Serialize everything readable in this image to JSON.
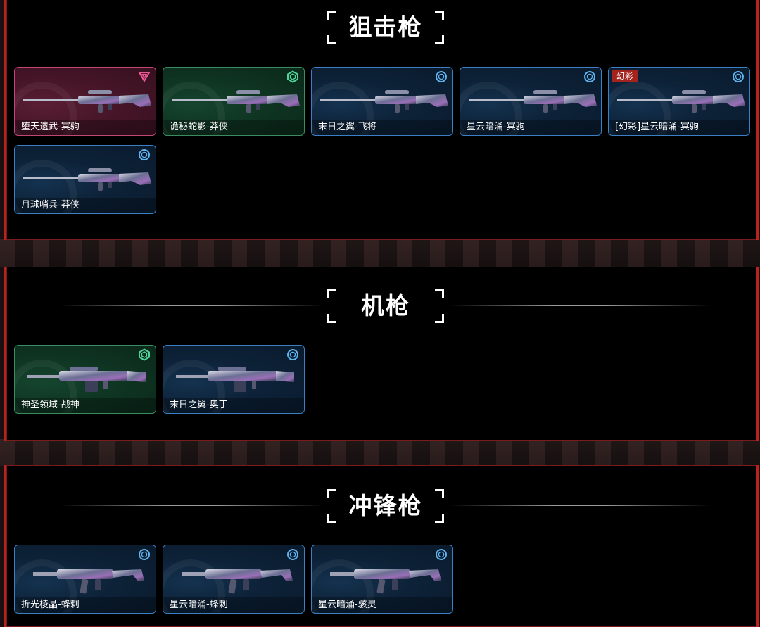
{
  "sections": [
    {
      "title": "狙击枪",
      "cards": [
        {
          "name": "堕天遗武-冥驹",
          "rarity": "pink",
          "tier_icon": "triangle-tier-icon",
          "kind": "sniper"
        },
        {
          "name": "诡秘蛇影-莽侠",
          "rarity": "green",
          "tier_icon": "hexagon-tier-icon",
          "kind": "sniper"
        },
        {
          "name": "末日之翼-飞将",
          "rarity": "blue",
          "tier_icon": "circle-tier-icon",
          "kind": "sniper"
        },
        {
          "name": "星云暗涌-冥驹",
          "rarity": "blue",
          "tier_icon": "circle-tier-icon",
          "kind": "sniper"
        },
        {
          "name": "[幻彩]星云暗涌-冥驹",
          "rarity": "blue",
          "tier_icon": "circle-tier-icon",
          "kind": "sniper",
          "tag": "幻彩"
        },
        {
          "name": "月球哨兵-莽侠",
          "rarity": "blue",
          "tier_icon": "circle-tier-icon",
          "kind": "sniper"
        }
      ]
    },
    {
      "title": "机枪",
      "cards": [
        {
          "name": "神圣领域-战神",
          "rarity": "green",
          "tier_icon": "hexagon-tier-icon",
          "kind": "mg"
        },
        {
          "name": "末日之翼-奥丁",
          "rarity": "blue",
          "tier_icon": "circle-tier-icon",
          "kind": "mg"
        }
      ]
    },
    {
      "title": "冲锋枪",
      "cards": [
        {
          "name": "折光棱晶-蜂刺",
          "rarity": "blue",
          "tier_icon": "circle-tier-icon",
          "kind": "smg"
        },
        {
          "name": "星云暗涌-蜂刺",
          "rarity": "blue",
          "tier_icon": "circle-tier-icon",
          "kind": "smg"
        },
        {
          "name": "星云暗涌-骇灵",
          "rarity": "blue",
          "tier_icon": "circle-tier-icon",
          "kind": "smg"
        }
      ]
    }
  ],
  "colors": {
    "blue": "#5fb4f0",
    "green": "#4fd39a",
    "pink": "#ee5a96",
    "accent_red": "#b8231f"
  }
}
